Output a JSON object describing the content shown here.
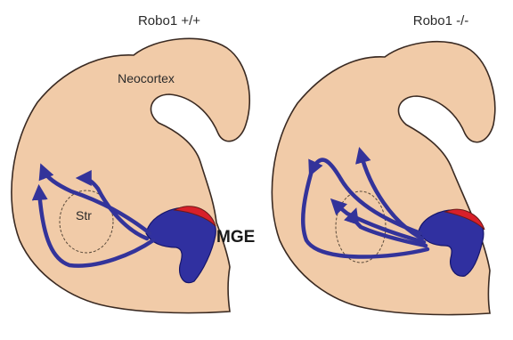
{
  "panels": [
    {
      "title": "Robo1 +/+",
      "labels": {
        "neocortex": "Neocortex",
        "striatum": "Str",
        "mge": "MGE"
      }
    },
    {
      "title": "Robo1 -/-"
    }
  ],
  "colors": {
    "tissue": "#f1cba8",
    "mge": "#3030a0",
    "mge_cap": "#d8202a",
    "migration_path": "#33339a"
  }
}
